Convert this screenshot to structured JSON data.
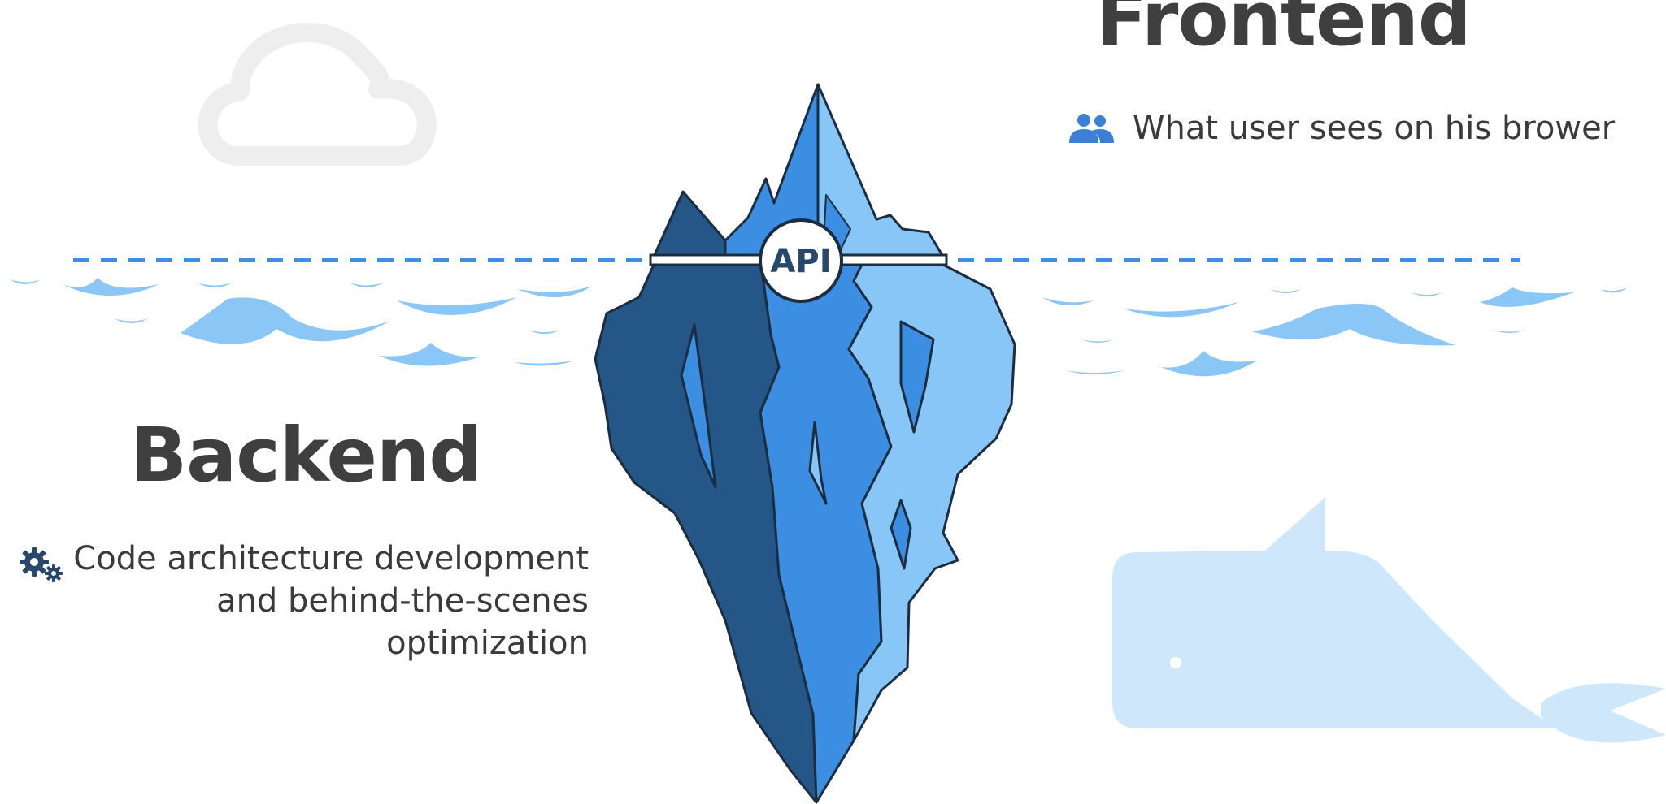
{
  "frontend": {
    "title": "Frontend",
    "description": "What user sees on his brower",
    "icon": "users-icon"
  },
  "backend": {
    "title": "Backend",
    "description": "Code architecture development\nand behind-the-scenes \noptimization",
    "icon": "gears-icon"
  },
  "iceberg": {
    "api_label": "API"
  },
  "colors": {
    "dark_blue": "#245787",
    "mid_blue": "#3b8ee2",
    "light_blue": "#87c6f7",
    "water": "#3d8ee4",
    "cloud": "#eeeeee",
    "whale": "#cfe7fb",
    "outline": "#1c2d3f",
    "title_text": "#3f3f3f"
  }
}
